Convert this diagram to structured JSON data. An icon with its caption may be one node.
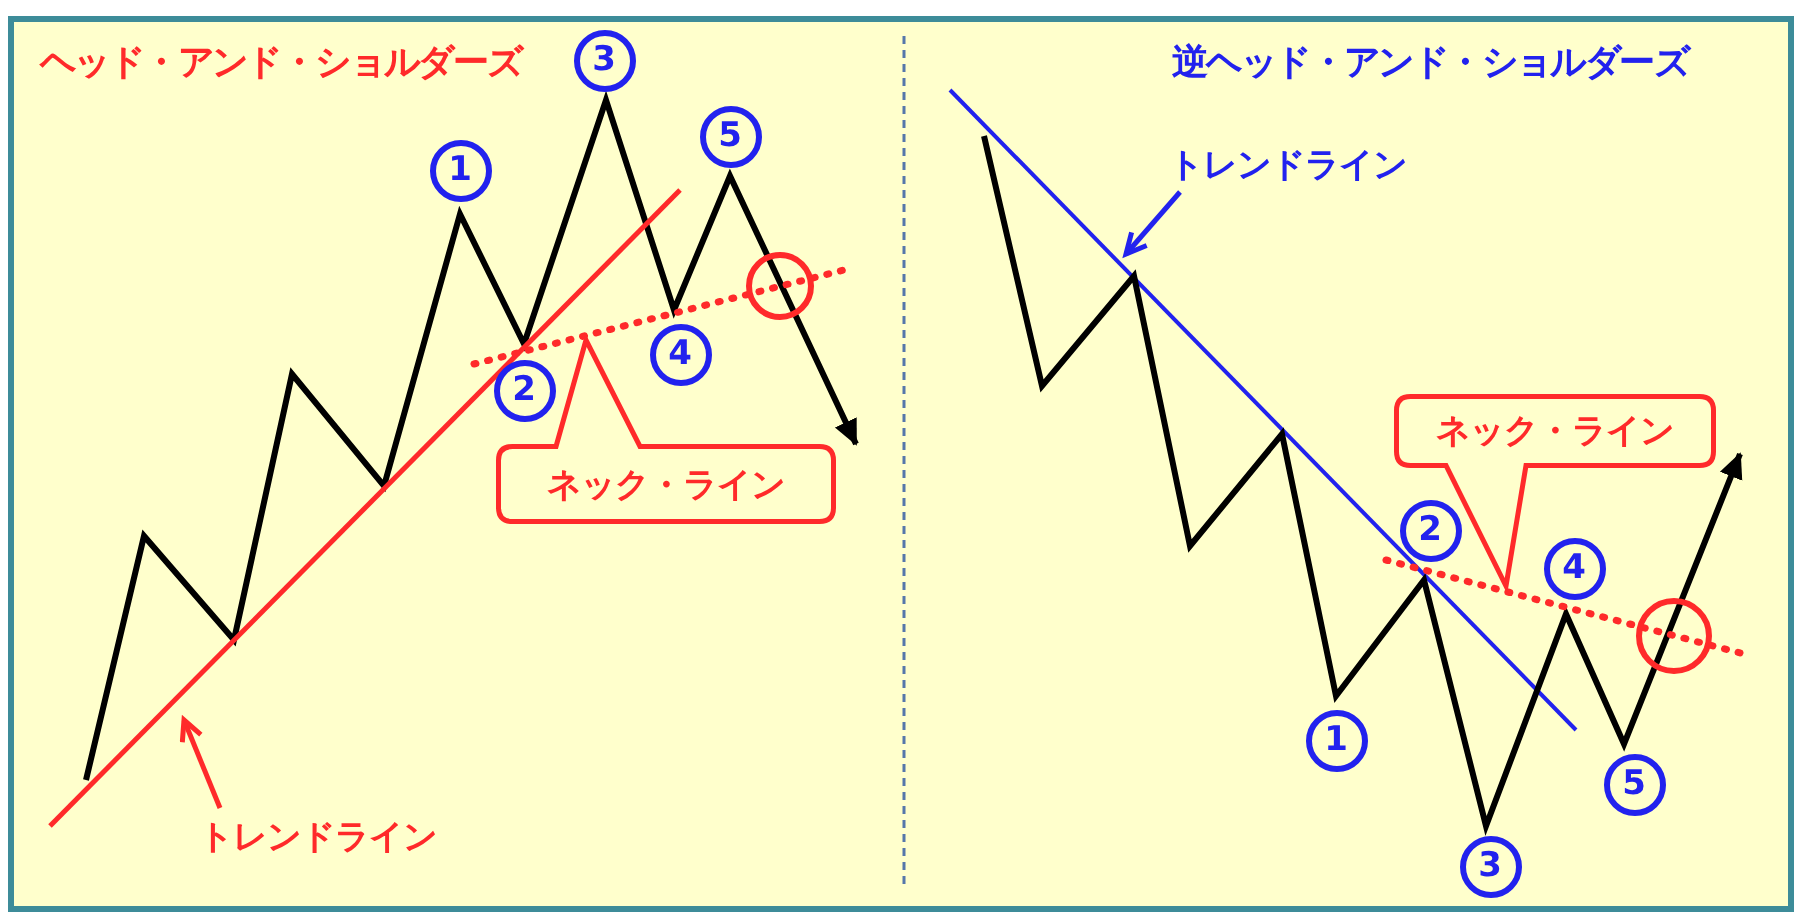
{
  "diagram": {
    "nodes": [
      {
        "text": [
          "1"
        ]
      },
      {
        "text": [
          "2"
        ]
      },
      {
        "text": [
          "3"
        ]
      },
      {
        "text": [
          "4"
        ]
      },
      {
        "text": [
          "5"
        ]
      },
      {
        "text": [],
        "shape": "circle"
      },
      {
        "text": [
          "ネック・ライン"
        ]
      },
      {
        "text": [
          "トレンドライン"
        ]
      },
      {
        "text": [
          "トレンドライン"
        ]
      },
      {
        "text": [
          "ネック・ライン"
        ]
      },
      {
        "text": [
          "1"
        ]
      },
      {
        "text": [
          "2"
        ]
      },
      {
        "text": [
          "3"
        ]
      },
      {
        "text": [
          "4"
        ]
      },
      {
        "text": [
          "5"
        ]
      },
      {
        "text": [],
        "shape": "circle"
      }
    ],
    "edges": [
      {
        "from": 7,
        "to": null,
        "arrow": "to",
        "color": "#ff2a2a"
      },
      {
        "from": 8,
        "to": null,
        "arrow": "to",
        "color": "#2222ee"
      }
    ],
    "labels": [
      "ヘッド・アンド・ショルダーズ",
      "逆ヘッド・アンド・ショルダーズ"
    ]
  }
}
